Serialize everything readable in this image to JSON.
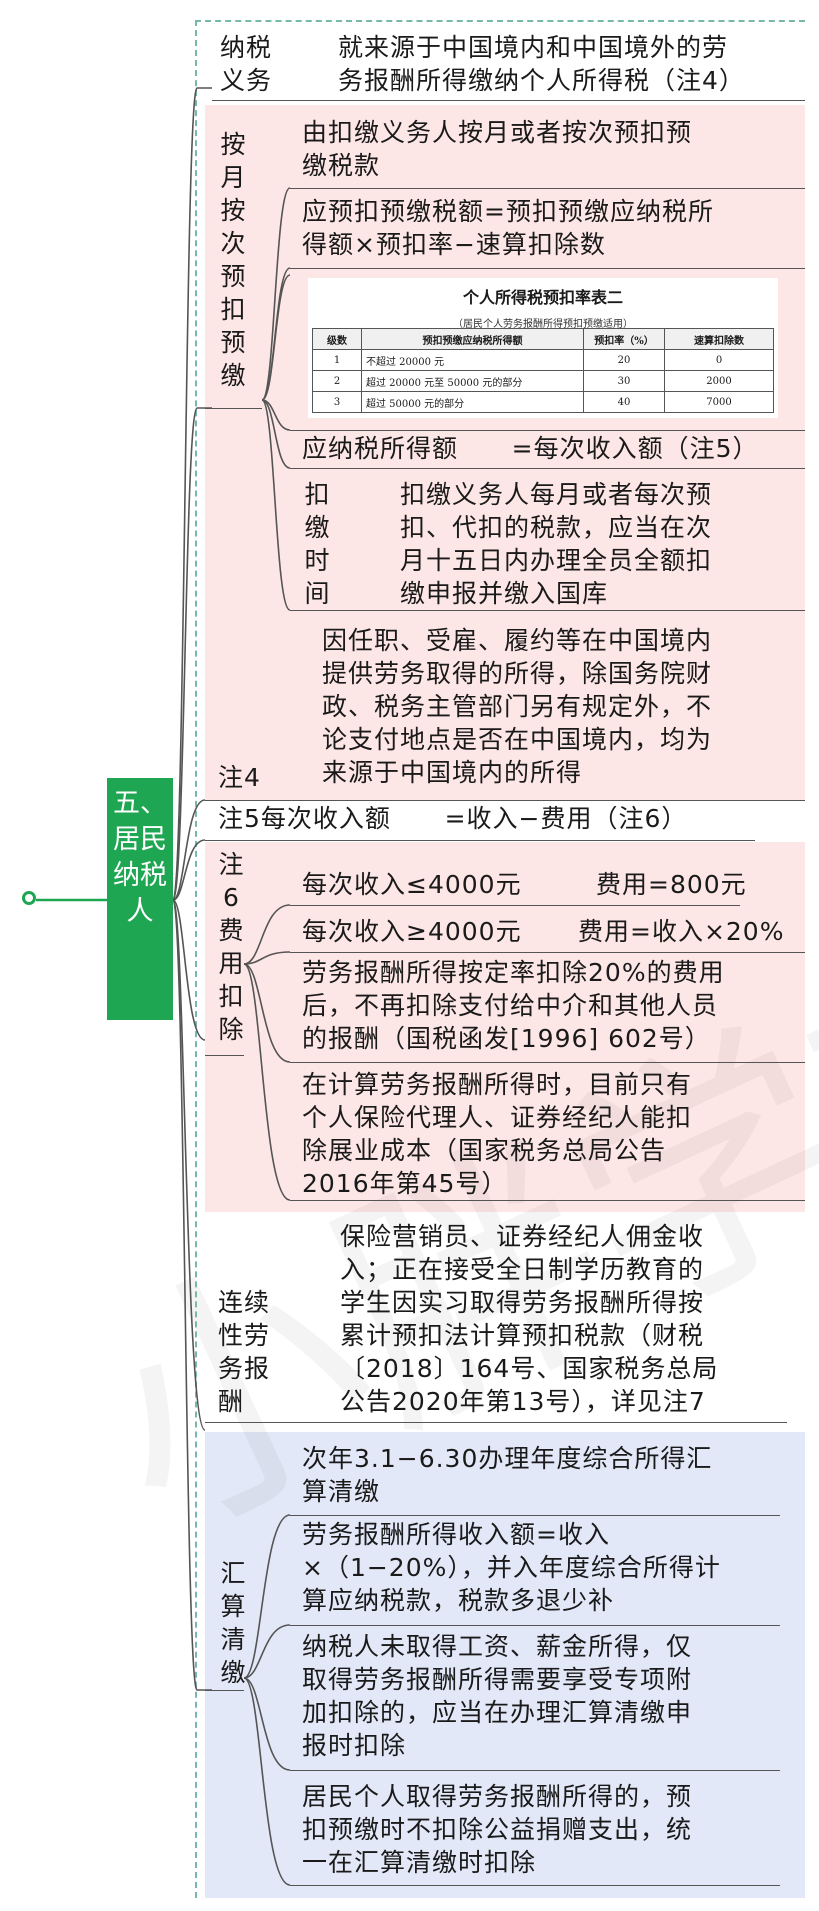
{
  "root": {
    "label": "五、居民纳税人"
  },
  "watermark": "小胖学友",
  "nodes": {
    "obligation_label": "纳税\n义务",
    "obligation_text": "就来源于中国境内和中国境外的劳\n务报酬所得缴纳个人所得税（注4）",
    "prepay_label": "按月按次预扣预缴",
    "prepay_1": "由扣缴义务人按月或者按次预扣预\n缴税款",
    "prepay_2": "应预扣预缴税额=预扣预缴应纳税所\n得额×预扣率−速算扣除数",
    "prepay_3": "应纳税所得额      =每次收入额（注5）",
    "deadline_label": "扣缴时间",
    "deadline_text": "扣缴义务人每月或者每次预\n扣、代扣的税款，应当在次\n月十五日内办理全员全额扣\n缴申报并缴入国库",
    "note4_label": "注4",
    "note4_text": "因任职、受雇、履约等在中国境内\n提供劳务取得的所得，除国务院财\n政、税务主管部门另有规定外，不\n论支付地点是否在中国境内，均为\n来源于中国境内的所得",
    "note5": "注5每次收入额      =收入−费用（注6）",
    "note6_label": "注6费用扣除",
    "note6_1a": "每次收入≤4000元",
    "note6_1b": "费用=800元",
    "note6_2a": "每次收入≥4000元",
    "note6_2b": "费用=收入×20%",
    "note6_3": "劳务报酬所得按定率扣除20%的费用\n后，不再扣除支付给中介和其他人员\n的报酬（国税函发[1996] 602号）",
    "note6_4": "在计算劳务报酬所得时，目前只有\n个人保险代理人、证券经纪人能扣\n除展业成本（国家税务总局公告\n2016年第45号）",
    "continuous_label": "连续\n性劳\n务报\n酬",
    "continuous_text": "保险营销员、证券经纪人佣金收\n入；正在接受全日制学历教育的\n学生因实习取得劳务报酬所得按\n累计预扣法计算预扣税款（财税\n〔2018〕164号、国家税务总局\n公告2020年第13号），详见注7",
    "settle_label": "汇算清缴",
    "settle_1": "次年3.1−6.30办理年度综合所得汇\n算清缴",
    "settle_2": "劳务报酬所得收入额=收入\n×（1−20%），并入年度综合所得计\n算应纳税款，税款多退少补",
    "settle_3": "纳税人未取得工资、薪金所得，仅\n取得劳务报酬所得需要享受专项附\n加扣除的，应当在办理汇算清缴申\n报时扣除",
    "settle_4": "居民个人取得劳务报酬所得的，预\n扣预缴时不扣除公益捐赠支出，统\n一在汇算清缴时扣除"
  },
  "table": {
    "title": "个人所得税预扣率表二",
    "subtitle": "（居民个人劳务报酬所得预扣预缴适用）",
    "headers": [
      "级数",
      "预扣预缴应纳税所得额",
      "预扣率（%）",
      "速算扣除数"
    ],
    "rows": [
      [
        "1",
        "不超过 20000 元",
        "20",
        "0"
      ],
      [
        "2",
        "超过 20000 元至 50000 元的部分",
        "30",
        "2000"
      ],
      [
        "3",
        "超过 50000 元的部分",
        "40",
        "7000"
      ]
    ]
  },
  "colors": {
    "pink": "#fde6e6",
    "blue": "#e3e8f8",
    "green": "#1fa652",
    "frame": "#76b9a9"
  }
}
